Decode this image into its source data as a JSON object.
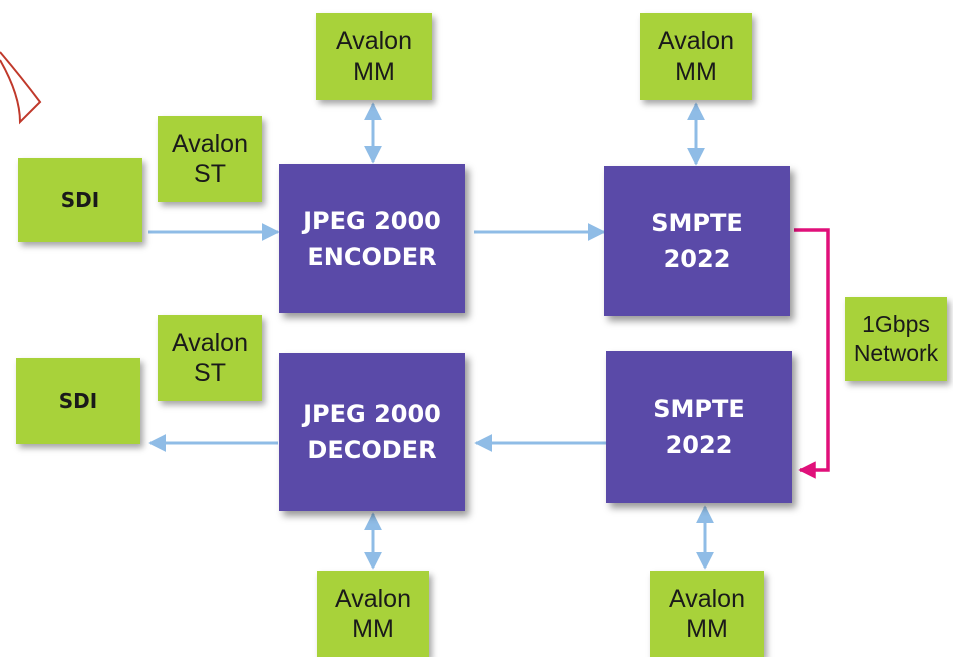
{
  "colors": {
    "avalon_fill": "#a8d23a",
    "block_fill": "#5a4aa8",
    "data_arrow": "#8fbce6",
    "network_link": "#e0107a"
  },
  "blocks": {
    "sdi_in": "SDI",
    "sdi_out": "SDI",
    "avalon_st_top": "Avalon\nST",
    "avalon_st_bottom": "Avalon\nST",
    "avalon_mm_encoder": "Avalon\nMM",
    "avalon_mm_smpte_top": "Avalon\nMM",
    "avalon_mm_decoder": "Avalon\nMM",
    "avalon_mm_smpte_bottom": "Avalon\nMM",
    "encoder": "JPEG 2000\nENCODER",
    "decoder": "JPEG 2000\nDECODER",
    "smpte_tx": "SMPTE\n2022",
    "smpte_rx": "SMPTE\n2022",
    "network": "1Gbps\nNetwork"
  }
}
